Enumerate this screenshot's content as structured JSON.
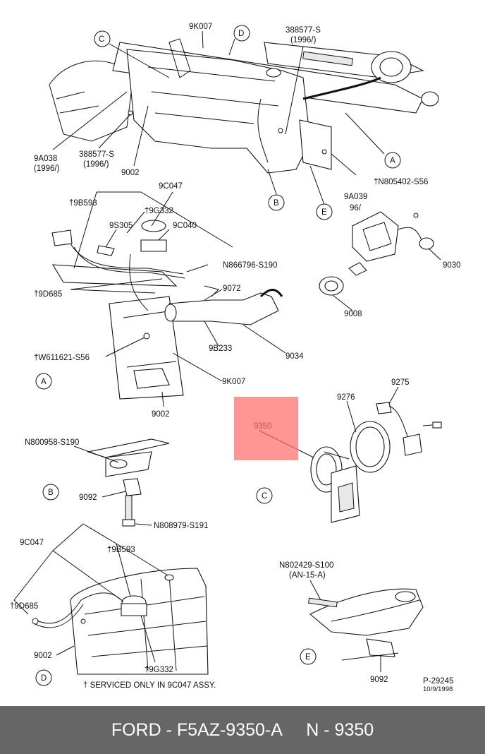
{
  "labels": {
    "9K007_top": "9K007",
    "388577S_top": "388577-S",
    "year_1996_top": "(1996/)",
    "9A038": "9A038",
    "year_1996_a": "(1996/)",
    "388577S_left": "388577-S",
    "year_1996_b": "(1996/)",
    "9002_top": "9002",
    "9A039": "9A039",
    "9A039_year": "96/",
    "N805402": "†N805402-S56",
    "9C047_mid": "9C047",
    "9B593_mid": "†9B593",
    "9G332_mid": "†9G332",
    "9S305": "9S305",
    "9C040": "9C040",
    "N866796": "N866796-S190",
    "9030": "9030",
    "9D685_mid": "†9D685",
    "9072": "9072",
    "9008": "9008",
    "9B233": "9B233",
    "W611621": "†W611621-S56",
    "9034": "9034",
    "9K007_mid": "9K007",
    "9002_mid": "9002",
    "9276": "9276",
    "9275": "9275",
    "9350": "9350",
    "N800958": "N800958-S190",
    "9092_b": "9092",
    "N808979": "N808979-S191",
    "9C047_low": "9C047",
    "9B593_low": "†9B593",
    "N802429": "N802429-S100",
    "AN15A": "(AN-15-A)",
    "9D685_low": "†9D685",
    "9002_low": "9002",
    "9G332_low": "†9G332",
    "9092_e": "9092",
    "p_number": "P-29245",
    "p_date": "10/9/1998",
    "serviced_note": "† SERVICED ONLY IN 9C047 ASSY."
  },
  "callouts": {
    "C_top": "C",
    "D_top": "D",
    "B_top": "B",
    "E_top": "E",
    "A_top": "A",
    "A_view": "A",
    "B_view": "B",
    "C_view": "C",
    "D_view": "D",
    "E_view": "E"
  },
  "footer": {
    "part_number": "FORD - F5AZ-9350-A",
    "ref_number": "N - 9350"
  },
  "colors": {
    "highlight": "#ff6e6e",
    "footer_bg": "#666666",
    "footer_text": "#ffffff"
  }
}
